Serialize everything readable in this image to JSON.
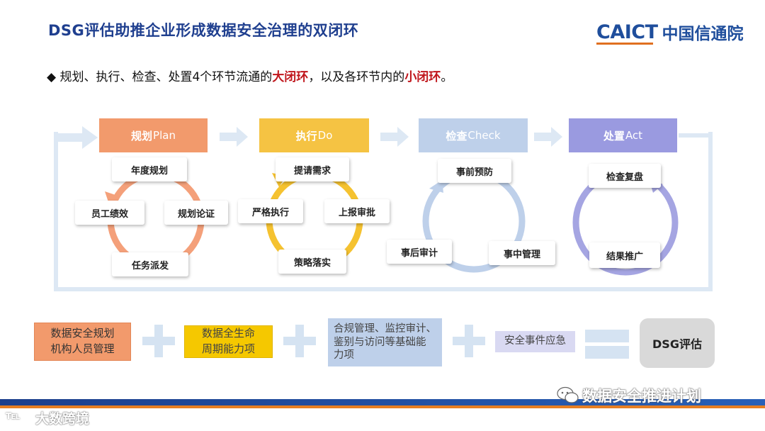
{
  "header": {
    "title": "DSG评估助推企业形成数据安全治理的双闭环",
    "logo_en": "CAICT",
    "logo_zh": "中国信通院"
  },
  "subtitle": {
    "bullet": "◆",
    "text_before": "规划、执行、检查、处置4个环节流通的",
    "highlight1": "大闭环",
    "text_middle": "，以及各环节内的",
    "highlight2": "小闭环",
    "text_after": "。"
  },
  "stages": [
    {
      "zh": "规划",
      "en": "Plan",
      "color": "#f29a6c",
      "items": [
        "年度规划",
        "规划论证",
        "任务派发",
        "员工绩效"
      ]
    },
    {
      "zh": "执行",
      "en": "Do",
      "color": "#f5c343",
      "items": [
        "提请需求",
        "上报审批",
        "策略落实",
        "严格执行"
      ]
    },
    {
      "zh": "检查",
      "en": "Check",
      "color": "#bed0ea",
      "items": [
        "事前预防",
        "事中管理",
        "事后审计"
      ]
    },
    {
      "zh": "处置",
      "en": "Act",
      "color": "#9a9ae0",
      "items": [
        "检查复盘",
        "结果推广"
      ]
    }
  ],
  "formula": {
    "box1": "数据安全规划\n机构人员管理",
    "box2": "数据全生命\n周期能力项",
    "box3": "合规管理、监控审计、\n鉴别与访问等基础能\n力项",
    "box4": "安全事件应急",
    "result": "DSG评估"
  },
  "watermarks": {
    "wechat": "数据安全推进计划",
    "corner": "大数跨境"
  }
}
